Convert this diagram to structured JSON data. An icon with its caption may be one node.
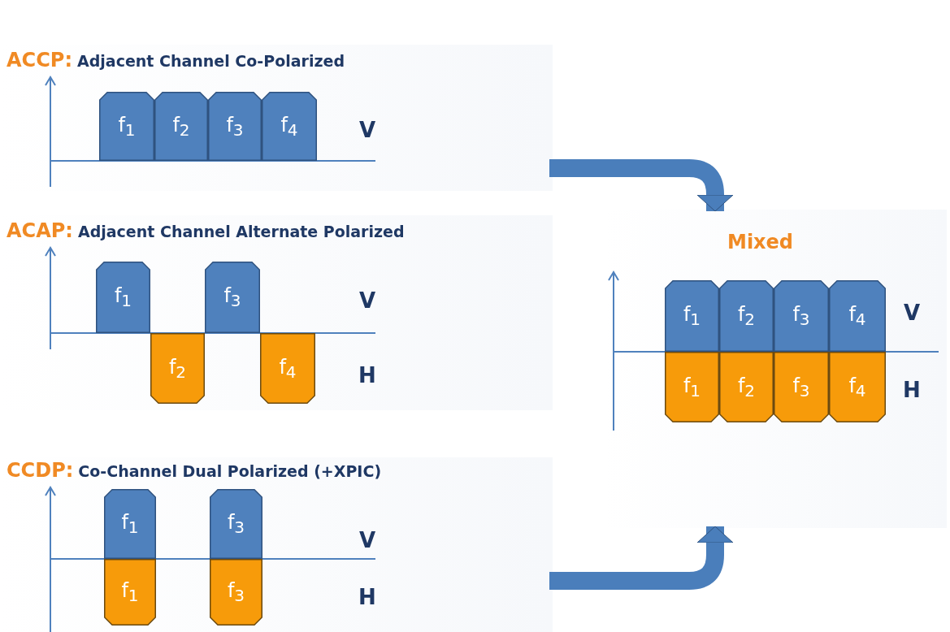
{
  "diagram": {
    "nodes": [
      {
        "text": [
          "ACCP:",
          "Adjacent Channel Co-Polarized"
        ]
      },
      {
        "text": [
          "f$_{1}$"
        ],
        "in": 0
      },
      {
        "text": [
          "f$_{2}$"
        ],
        "in": 0
      },
      {
        "text": [
          "f$_{3}$"
        ],
        "in": 0
      },
      {
        "text": [
          "f$_{4}$"
        ],
        "in": 0
      },
      {
        "text": [
          "ACAP:",
          "Adjacent Channel Alternate Polarized"
        ]
      },
      {
        "text": [
          "f$_{1}$"
        ],
        "in": 5
      },
      {
        "text": [
          "f$_{2}$"
        ],
        "in": 5
      },
      {
        "text": [
          "f$_{3}$"
        ],
        "in": 5
      },
      {
        "text": [
          "f$_{4}$"
        ],
        "in": 5
      },
      {
        "text": [
          "CCDP:",
          "Co-Channel Dual Polarized (+XPIC)"
        ]
      },
      {
        "text": [
          "f$_{1}$"
        ],
        "in": 10
      },
      {
        "text": [
          "f$_{1}$"
        ],
        "in": 10
      },
      {
        "text": [
          "f$_{3}$"
        ],
        "in": 10
      },
      {
        "text": [
          "f$_{3}$"
        ],
        "in": 10
      },
      {
        "text": [
          "Mixed"
        ]
      },
      {
        "text": [
          "f$_{1}$"
        ],
        "in": 15
      },
      {
        "text": [
          "f$_{2}$"
        ],
        "in": 15
      },
      {
        "text": [
          "f$_{3}$"
        ],
        "in": 15
      },
      {
        "text": [
          "f$_{4}$"
        ],
        "in": 15
      },
      {
        "text": [
          "f$_{1}$"
        ],
        "in": 15
      },
      {
        "text": [
          "f$_{2}$"
        ],
        "in": 15
      },
      {
        "text": [
          "f$_{3}$"
        ],
        "in": 15
      },
      {
        "text": [
          "f$_{4}$"
        ],
        "in": 15
      }
    ],
    "edges": [
      {
        "from": 0,
        "to": 15,
        "arrow": "to"
      },
      {
        "from": 10,
        "to": 15,
        "arrow": "to"
      }
    ],
    "labels": [
      "V",
      "V",
      "V",
      "H",
      "H",
      "V",
      "H"
    ]
  }
}
